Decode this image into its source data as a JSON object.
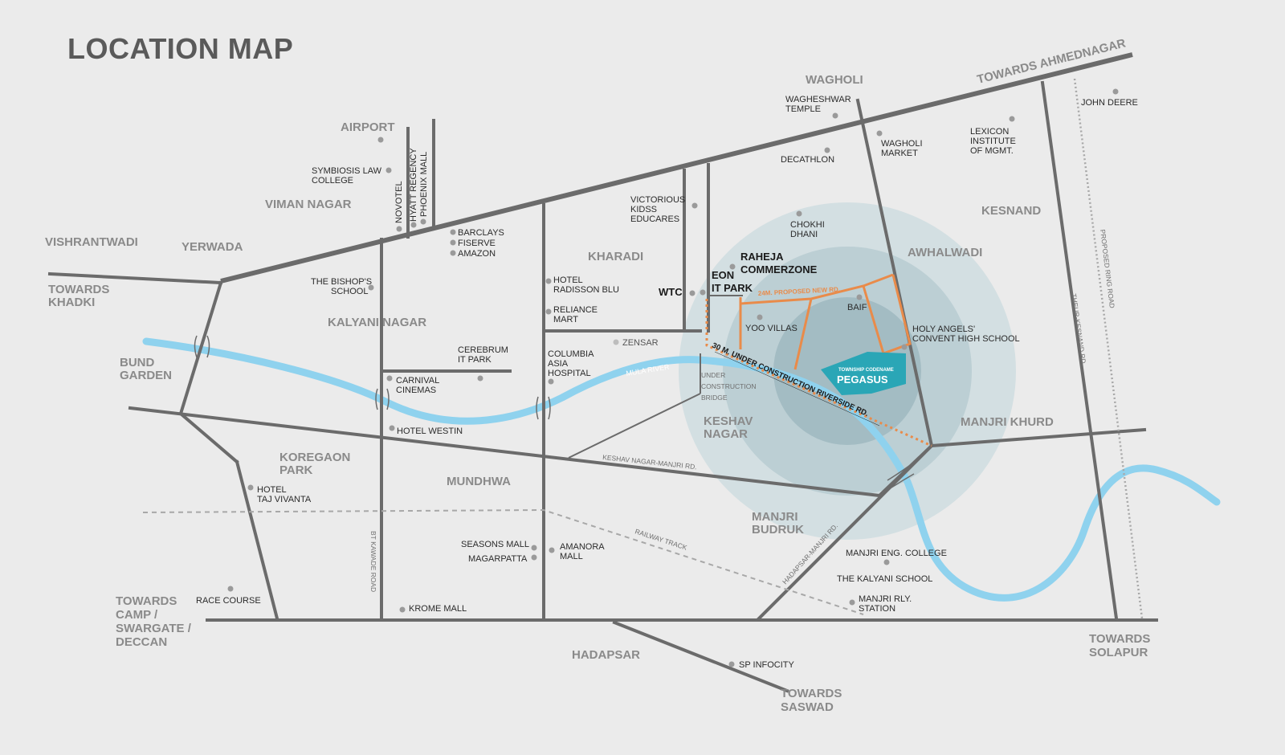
{
  "title": "LOCATION MAP",
  "colors": {
    "background": "#ebebeb",
    "road": "#6b6b6b",
    "river": "#8fd2ee",
    "proposed_road": "#e98b4a",
    "project": "#2aa6b6",
    "radius_outer": "#cfdcdf",
    "radius_mid": "#b7cbd0",
    "radius_inner": "#9fb8bf"
  },
  "project": {
    "caption": "TOWNSHIP CODENAME",
    "name": "PEGASUS"
  },
  "directions": {
    "ahmednagar": "TOWARDS AHMEDNAGAR",
    "khadki_1": "TOWARDS",
    "khadki_2": "KHADKI",
    "camp_1": "TOWARDS",
    "camp_2": "CAMP /",
    "camp_3": "SWARGATE /",
    "camp_4": "DECCAN",
    "solapur_1": "TOWARDS",
    "solapur_2": "SOLAPUR",
    "saswad_1": "TOWARDS",
    "saswad_2": "SASWAD"
  },
  "areas": {
    "wagholi": "WAGHOLI",
    "airport": "AIRPORT",
    "viman_nagar": "VIMAN NAGAR",
    "vishrantwadi": "VISHRANTWADI",
    "yerwada": "YERWADA",
    "kalyani_nagar": "KALYANI NAGAR",
    "bund_garden_1": "BUND",
    "bund_garden_2": "GARDEN",
    "koregaon_1": "KOREGAON",
    "koregaon_2": "PARK",
    "mundhwa": "MUNDHWA",
    "kharadi": "KHARADI",
    "keshav_1": "KESHAV",
    "keshav_2": "NAGAR",
    "manjri_budruk_1": "MANJRI",
    "manjri_budruk_2": "BUDRUK",
    "manjri_khurd": "MANJRI KHURD",
    "awhalwadi": "AWHALWADI",
    "kesnand": "KESNAND",
    "hadapsar": "HADAPSAR"
  },
  "landmarks": {
    "wagheshwar_1": "WAGHESHWAR",
    "wagheshwar_2": "TEMPLE",
    "wagholi_market_1": "WAGHOLI",
    "wagholi_market_2": "MARKET",
    "decathlon": "DECATHLON",
    "lexicon_1": "LEXICON",
    "lexicon_2": "INSTITUTE",
    "lexicon_3": "OF MGMT.",
    "john_deere": "JOHN DEERE",
    "symbiosis_1": "SYMBIOSIS LAW",
    "symbiosis_2": "COLLEGE",
    "novotel": "NOVOTEL",
    "hyatt": "HYATT REGENCY",
    "phoenix": "PHOENIX MALL",
    "barclays": "BARCLAYS",
    "fiserve": "FISERVE",
    "amazon": "AMAZON",
    "victorious_1": "VICTORIOUS",
    "victorious_2": "KIDSS",
    "victorious_3": "EDUCARES",
    "chokhi_1": "CHOKHI",
    "chokhi_2": "DHANI",
    "raheja_1": "RAHEJA",
    "raheja_2": "COMMERZONE",
    "eon_1": "EON",
    "eon_2": "IT PARK",
    "wtc": "WTC",
    "bishops_1": "THE BISHOP'S",
    "bishops_2": "SCHOOL",
    "radisson_1": "HOTEL",
    "radisson_2": "RADISSON BLU",
    "reliance_1": "RELIANCE",
    "reliance_2": "MART",
    "yoo_villas": "YOO VILLAS",
    "baif": "BAIF",
    "holy_1": "HOLY ANGELS'",
    "holy_2": "CONVENT HIGH SCHOOL",
    "cerebrum_1": "CEREBRUM",
    "cerebrum_2": "IT PARK",
    "zensar": "ZENSAR",
    "columbia_1": "COLUMBIA",
    "columbia_2": "ASIA",
    "columbia_3": "HOSPITAL",
    "carnival_1": "CARNIVAL",
    "carnival_2": "CINEMAS",
    "westin": "HOTEL WESTIN",
    "bridge_1": "UNDER",
    "bridge_2": "CONSTRUCTION",
    "bridge_3": "BRIDGE",
    "taj_1": "HOTEL",
    "taj_2": "TAJ VIVANTA",
    "seasons": "SEASONS MALL",
    "magarpatta": "MAGARPATTA",
    "amanora_1": "AMANORA",
    "amanora_2": "MALL",
    "manjri_eng": "MANJRI ENG. COLLEGE",
    "kalyani_school": "THE KALYANI SCHOOL",
    "manjri_rly_1": "MANJRI RLY.",
    "manjri_rly_2": "STATION",
    "race_course": "RACE COURSE",
    "krome": "KROME MALL",
    "sp_infocity": "SP INFOCITY"
  },
  "roads": {
    "proposed_new": "24M. PROPOSED NEW RD.",
    "riverside": "30 M. UNDER CONSTRUCTION RIVERSIDE RD.",
    "mula_river": "MULA RIVER",
    "keshav_manjri": "KESHAV NAGAR-MANJRI RD.",
    "railway": "RAILWAY TRACK",
    "hadapsar_manjri": "HADAPSAR-MANJRI RD.",
    "bt_kawade": "BT KAWADE ROAD",
    "theur_kesnand": "THEUR-KESNAND RD.",
    "ring_road": "PROPOSED RING ROAD"
  }
}
